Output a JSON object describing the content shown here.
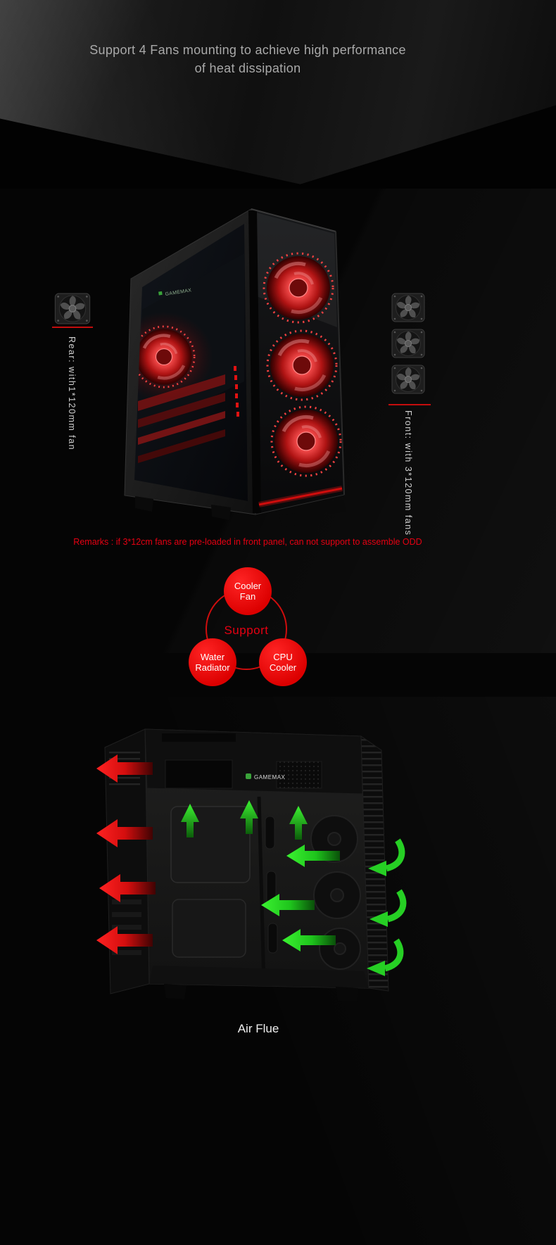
{
  "header": {
    "title_line1": "Support 4 Fans mounting to achieve high performance",
    "title_line2": "of heat dissipation"
  },
  "hero": {
    "rear_label": "Rear:  with1*120mm fan",
    "front_label": "Front:  with 3*120mm fans",
    "logo": "GAMEMAX"
  },
  "remarks": "Remarks : if 3*12cm fans are pre-loaded in front panel, can not support to assemble ODD",
  "support": {
    "center_label": "Support",
    "bubbles": [
      {
        "line1": "Cooler",
        "line2": "Fan"
      },
      {
        "line1": "Water",
        "line2": "Radiator"
      },
      {
        "line1": "CPU",
        "line2": "Cooler"
      }
    ]
  },
  "airflow": {
    "logo": "GAMEMAX",
    "caption": "Air Flue"
  },
  "colors": {
    "accent_red": "#e60012",
    "arrow_red": "#e01111",
    "arrow_green": "#2bd628",
    "title_gray": "#a9a9a9"
  }
}
